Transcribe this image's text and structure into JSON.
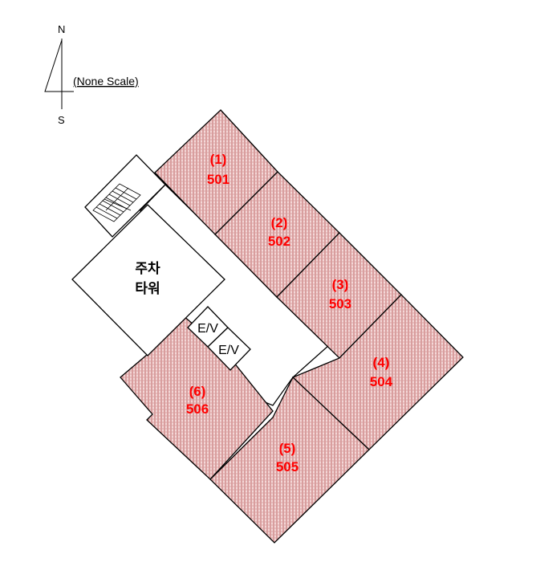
{
  "compass": {
    "north": "N",
    "south": "S",
    "scale_note": "(None Scale)"
  },
  "colors": {
    "unit_label": "#ff0000",
    "unit_hatch_bg": "#f4d8d8",
    "unit_hatch_line": "#b04848"
  },
  "units": [
    {
      "number": "(1)",
      "code": "501"
    },
    {
      "number": "(2)",
      "code": "502"
    },
    {
      "number": "(3)",
      "code": "503"
    },
    {
      "number": "(4)",
      "code": "504"
    },
    {
      "number": "(5)",
      "code": "505"
    },
    {
      "number": "(6)",
      "code": "506"
    }
  ],
  "parking_tower": {
    "line1": "주차",
    "line2": "타워"
  },
  "elevators": [
    {
      "label": "E/V"
    },
    {
      "label": "E/V"
    }
  ]
}
